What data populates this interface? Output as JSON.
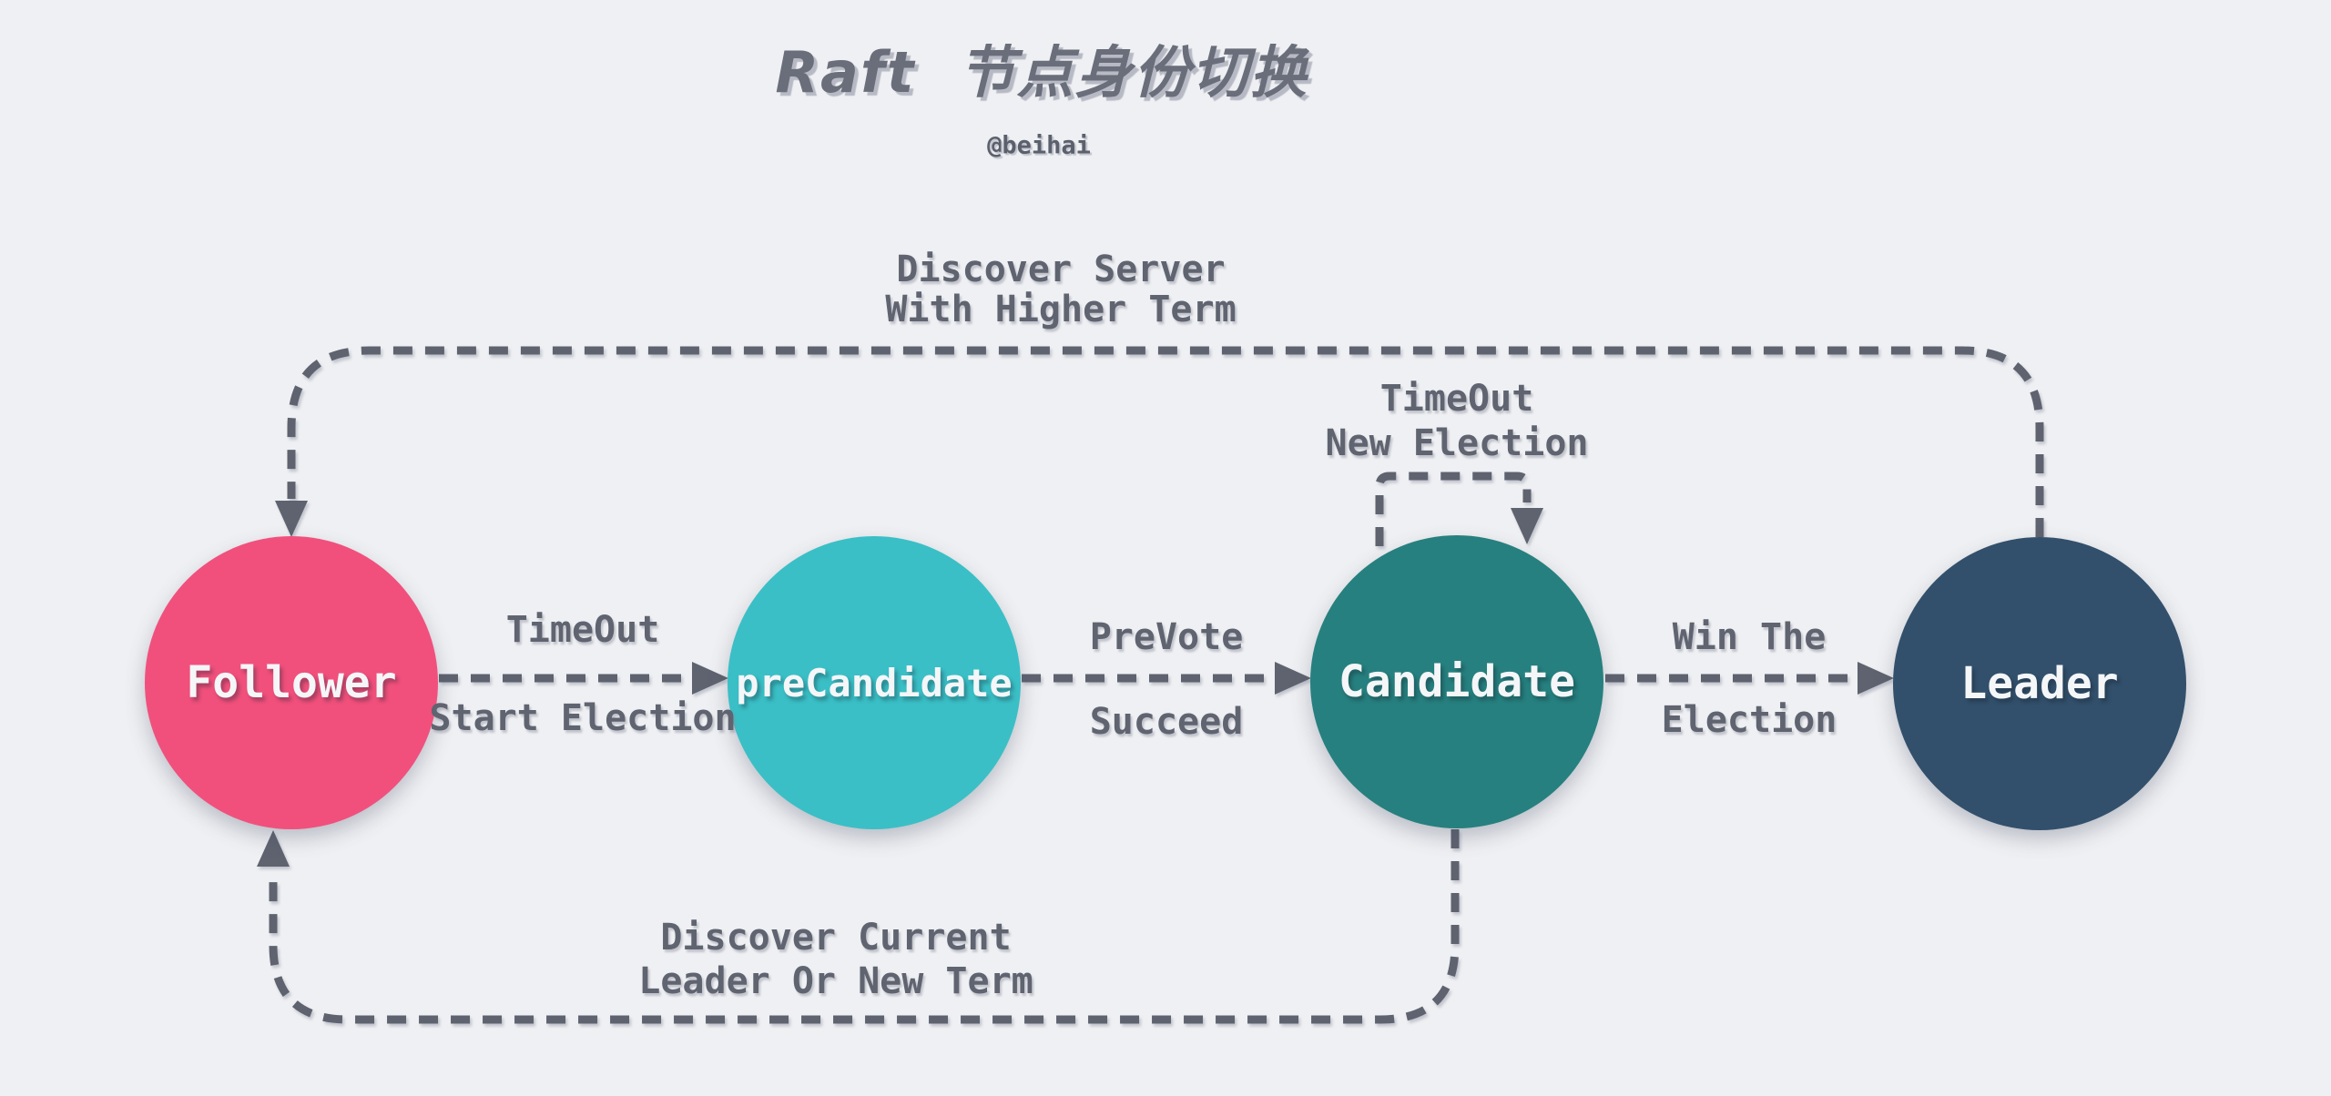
{
  "header": {
    "title": "Raft  节点身份切换",
    "subtitle": "@beihai"
  },
  "colors": {
    "background": "#eff0f3",
    "line": "#5f6470",
    "label_text": "#5f6470",
    "node_text": "#f4f6f8",
    "follower": "#f1507c",
    "precandidate": "#3abfc6",
    "candidate": "#26807f",
    "leader": "#32506c"
  },
  "nodes": [
    {
      "id": "follower",
      "label": "Follower",
      "color": "#f1507c"
    },
    {
      "id": "precandidate",
      "label": "preCandidate",
      "color": "#3abfc6"
    },
    {
      "id": "candidate",
      "label": "Candidate",
      "color": "#26807f"
    },
    {
      "id": "leader",
      "label": "Leader",
      "color": "#32506c"
    }
  ],
  "edges": {
    "follower_to_precandidate": {
      "from": "Follower",
      "to": "preCandidate",
      "line1": "TimeOut",
      "line2": "Start Election"
    },
    "precandidate_to_candidate": {
      "from": "preCandidate",
      "to": "Candidate",
      "line1": "PreVote",
      "line2": "Succeed"
    },
    "candidate_to_leader": {
      "from": "Candidate",
      "to": "Leader",
      "line1": "Win The",
      "line2": "Election"
    },
    "candidate_self_loop": {
      "from": "Candidate",
      "to": "Candidate",
      "line1": "TimeOut",
      "line2": "New Election"
    },
    "leader_to_follower": {
      "from": "Leader",
      "to": "Follower",
      "line1": "Discover Server",
      "line2": "With Higher Term"
    },
    "candidate_to_follower": {
      "from": "Candidate",
      "to": "Follower",
      "line1": "Discover Current",
      "line2": "Leader Or New Term"
    }
  }
}
